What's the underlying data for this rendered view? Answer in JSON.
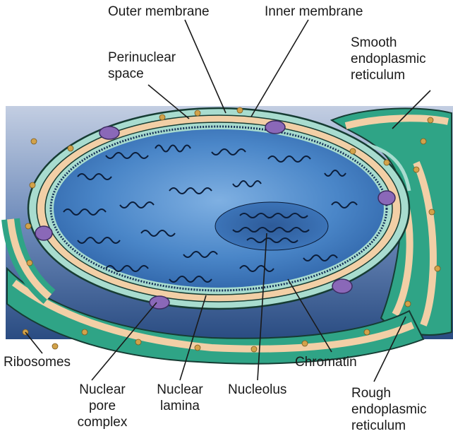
{
  "diagram": {
    "labels": {
      "outer_membrane": "Outer membrane",
      "inner_membrane": "Inner membrane",
      "smooth_er": [
        "Smooth",
        "endoplasmic",
        "reticulum"
      ],
      "perinuclear_space": [
        "Perinuclear",
        "space"
      ],
      "ribosomes": "Ribosomes",
      "chromatin": "Chromatin",
      "nuclear_pore_complex": [
        "Nuclear",
        "pore",
        "complex"
      ],
      "nuclear_lamina": [
        "Nuclear",
        "lamina"
      ],
      "nucleolus": "Nucleolus",
      "rough_er": [
        "Rough",
        "endoplasmic",
        "reticulum"
      ]
    },
    "colors": {
      "background_top": "#b9c6dc",
      "background_bottom": "#2c4f86",
      "nucleoplasm": "#3f7fc4",
      "nucleoplasm_light": "#9cc4ec",
      "membrane": "#a8dccf",
      "lumen": "#f2cfa6",
      "er_teal": "#2fa486",
      "pore": "#8a68b8",
      "ribosome": "#d2a24a",
      "chromatin": "#0b1d3a",
      "line": "#1a1a1a"
    }
  }
}
